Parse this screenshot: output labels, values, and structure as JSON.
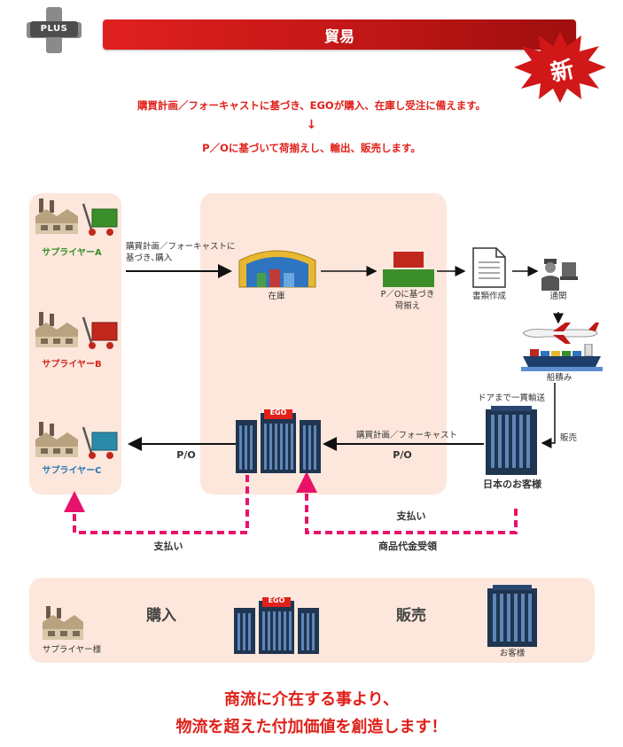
{
  "header": {
    "badge": "PLUS",
    "title": "貿易",
    "new_mark": "新"
  },
  "intro": {
    "line1": "購買計画／フォーキャストに基づき、EGOが購入、在庫し受注に備えます。",
    "arrow": "↓",
    "line2": "P／Oに基づいて荷揃えし、輸出、販売します。"
  },
  "suppliers": [
    {
      "label": "サプライヤーA",
      "color": "#3a8f2a"
    },
    {
      "label": "サプライヤーB",
      "color": "#d0281e"
    },
    {
      "label": "サプライヤーC",
      "color": "#2a78b8"
    }
  ],
  "flow": {
    "forecast_to_stock": "購買計画／フォーキャストに基づき､購入",
    "stock": "在庫",
    "po_assembly": "P／Oに基づき\n荷揃え",
    "documents": "書類作成",
    "customs": "通関",
    "loading": "船積み",
    "door_to_door": "ドアまで一貫輸送",
    "sales": "販売",
    "ego_sign": "EGO",
    "customer_to_ego_top": "購買計画／フォーキャスト",
    "customer_to_ego_po": "P/O",
    "ego_to_supplier_po": "P/O",
    "japan_customer": "日本のお客様",
    "payment_left": "支払い",
    "payment_right": "支払い",
    "payment_received": "商品代金受領"
  },
  "summary": {
    "supplier": "サプライヤー様",
    "purchase": "購入",
    "ego_sign": "EGO",
    "sell": "販売",
    "customer": "お客様"
  },
  "tagline": {
    "line1": "商流に介在する事より、",
    "line2": "物流を超えた付加価値を創造します！"
  },
  "colors": {
    "accent_red": "#e0201a",
    "panel_bg": "#fde7dc",
    "dashed_pink": "#e8126a",
    "building_navy": "#1f3550"
  }
}
